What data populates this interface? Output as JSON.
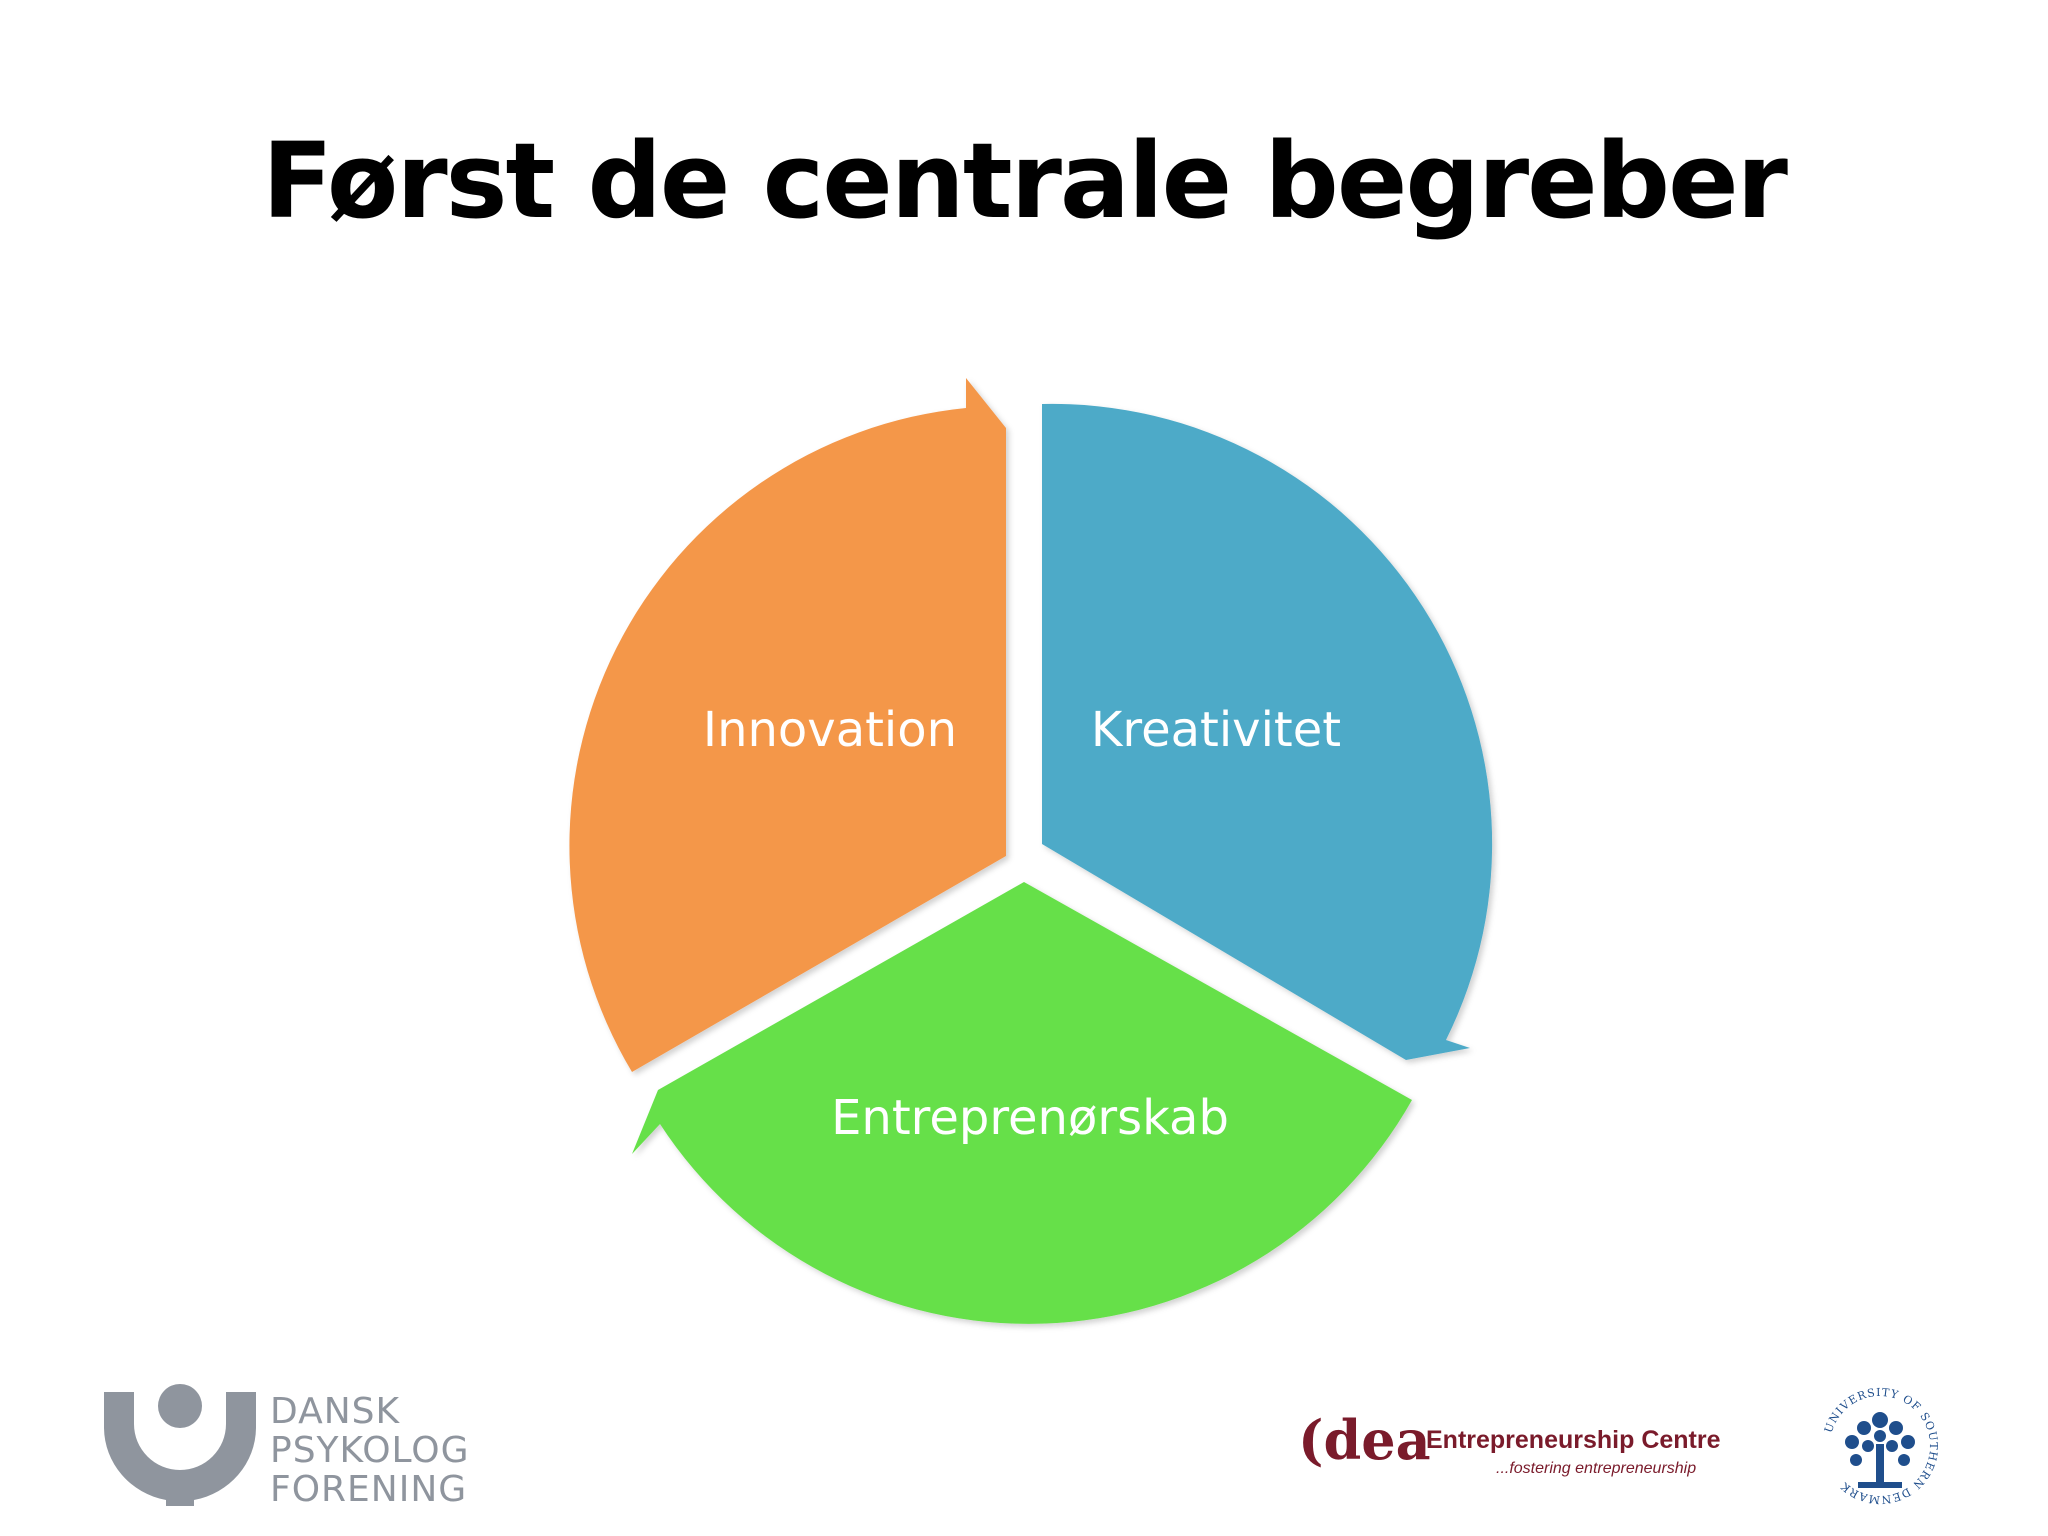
{
  "slide": {
    "title": "Først de centrale begreber"
  },
  "cycle": {
    "segments": [
      {
        "label": "Innovation",
        "color": "#f4974a"
      },
      {
        "label": "Kreativitet",
        "color": "#4eaac8"
      },
      {
        "label": "Entreprenørskab",
        "color": "#66e04a"
      }
    ]
  },
  "logos": {
    "dansk_psykolog_forening": {
      "lines": [
        "DANSK",
        "PSYKOLOG",
        "FORENING"
      ],
      "color": "#8f959e"
    },
    "idea": {
      "wordmark": "(dea",
      "name": "Entrepreneurship Centre",
      "tagline": "...fostering entrepreneurship",
      "color": "#7a1b2b"
    },
    "sdu": {
      "seal_text": "UNIVERSITY OF SOUTHERN DENMARK",
      "color": "#1f4e8c"
    }
  }
}
